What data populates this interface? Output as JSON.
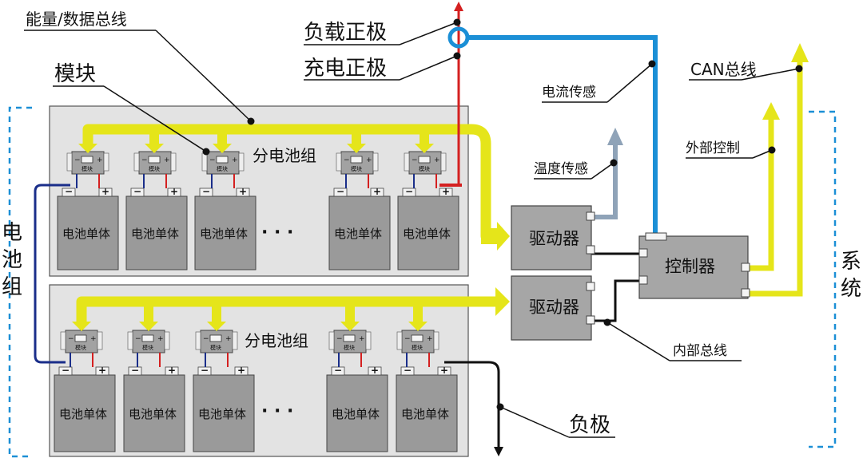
{
  "labels": {
    "energy_data_bus": "能量/数据总线",
    "load_positive": "负载正极",
    "charge_positive": "充电正极",
    "module": "模块",
    "current_sense": "电流传感",
    "temperature_sense": "温度传感",
    "can_bus": "CAN总线",
    "external_control": "外部控制",
    "internal_bus": "内部总线",
    "negative": "负极",
    "battery_pack": "电池组",
    "system": "系统",
    "sub_pack_1": "分电池组",
    "sub_pack_2": "分电池组"
  },
  "cell_label": "电池单体",
  "module_label": "模块",
  "ellipsis": "·  ·  ·",
  "boxes": {
    "driver_1": "驱动器",
    "driver_2": "驱动器",
    "controller": "控制器"
  },
  "colors": {
    "yellow_bus": "#e5e51a",
    "blue_current": "#1b8fd6",
    "gray_temp": "#8fa3b8",
    "red_positive": "#d42020",
    "navy_wire": "#1a2e8a",
    "panel_bg": "#e3e3e3",
    "cell": "#9a9a9a",
    "box": "#a6a6a6"
  }
}
